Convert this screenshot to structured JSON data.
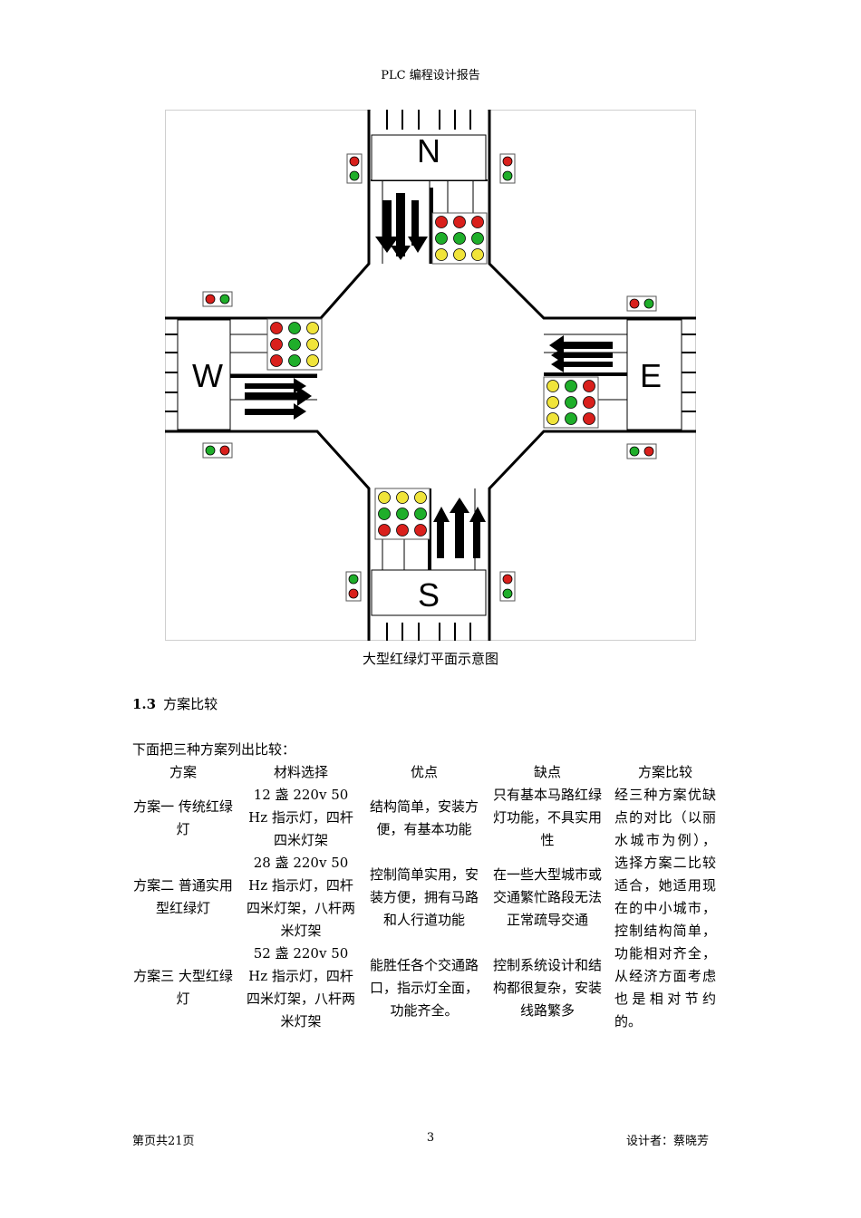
{
  "header": {
    "title": "PLC 编程设计报告"
  },
  "figure": {
    "directions": {
      "north": "N",
      "south": "S",
      "east": "E",
      "west": "W"
    },
    "caption": "大型红绿灯平面示意图",
    "colors": {
      "red": "#d9201c",
      "green": "#1fae2a",
      "yellow": "#f0e43a",
      "road": "#000000"
    }
  },
  "section": {
    "number": "1.3",
    "title": "方案比较"
  },
  "intro": "下面把三种方案列出比较：",
  "table": {
    "headers": [
      "方案",
      "材料选择",
      "优点",
      "缺点",
      "方案比较"
    ],
    "rows": [
      {
        "name": "方案一 传统红绿灯",
        "material": "12 盏 220v 50 Hz 指示灯，四杆四米灯架",
        "advantage": "结构简单，安装方便，有基本功能",
        "disadvantage": "只有基本马路红绿灯功能，不具实用性"
      },
      {
        "name": "方案二 普通实用型红绿灯",
        "material": "28 盏 220v 50 Hz 指示灯，四杆四米灯架，八杆两米灯架",
        "advantage": "控制简单实用，安装方便，拥有马路和人行道功能",
        "disadvantage": "在一些大型城市或交通繁忙路段无法正常疏导交通"
      },
      {
        "name": "方案三 大型红绿灯",
        "material": "52 盏 220v 50 Hz 指示灯，四杆四米灯架，八杆两米灯架",
        "advantage": "能胜任各个交通路口，指示灯全面，功能齐全。",
        "disadvantage": "控制系统设计和结构都很复杂，安装线路繁多"
      }
    ],
    "comparison": "经三种方案优缺点的对比（以丽水城市为例），选择方案二比较适合，她适用现在的中小城市，控制结构简单，功能相对齐全，从经济方面考虑也是相对节约的。"
  },
  "footer": {
    "left": "第页共21页",
    "page": "3",
    "right": "设计者：蔡晓芳"
  }
}
